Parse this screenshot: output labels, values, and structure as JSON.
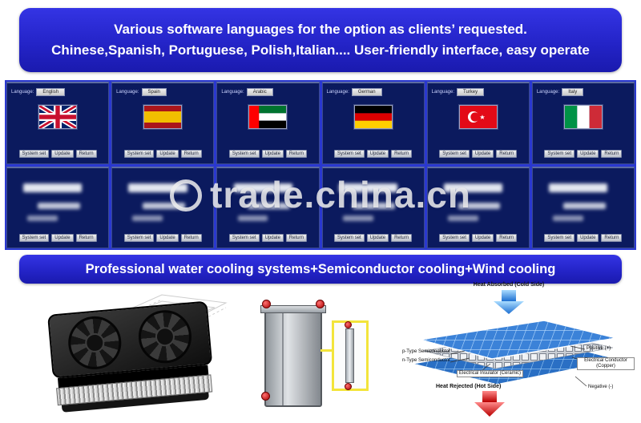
{
  "banner_top": {
    "line1": "Various software languages for  the option as clients’ requested.",
    "line2": "Chinese,Spanish, Portuguese, Polish,Italian.... User-friendly interface, easy operate"
  },
  "banner_mid": {
    "text": "Professional water cooling systems+Semiconductor cooling+Wind cooling"
  },
  "colors": {
    "banner_blue": "#2424c8",
    "panel_blue": "#2a38d0",
    "screen_navy": "#0b1a5e",
    "highlight_yellow": "#f3e43b"
  },
  "screens": {
    "language_label": "Language:",
    "buttons": [
      "System set",
      "Update",
      "Return"
    ],
    "languages": [
      {
        "name": "English",
        "flag": "uk-flag-icon"
      },
      {
        "name": "Spain",
        "flag": "spain-flag-icon"
      },
      {
        "name": "Arabic",
        "flag": "uae-flag-icon"
      },
      {
        "name": "German",
        "flag": "germany-flag-icon"
      },
      {
        "name": "Turkey",
        "flag": "turkey-flag-icon"
      },
      {
        "name": "Italy",
        "flag": "italy-flag-icon"
      }
    ]
  },
  "watermark": {
    "text": "trade.china.cn"
  },
  "peltier": {
    "heat_absorbed": "Heat Absorbed (Cold Side)",
    "p_type": "p-Type Semiconductor",
    "n_type": "n-Type Semiconductor",
    "insulator": "Electrical Insulator (Ceramic)",
    "conductor": "Electrical Conductor (Copper)",
    "positive": "Positive (+)",
    "negative": "Negative (-)",
    "heat_rejected": "Heat Rejected (Hot Side)"
  }
}
